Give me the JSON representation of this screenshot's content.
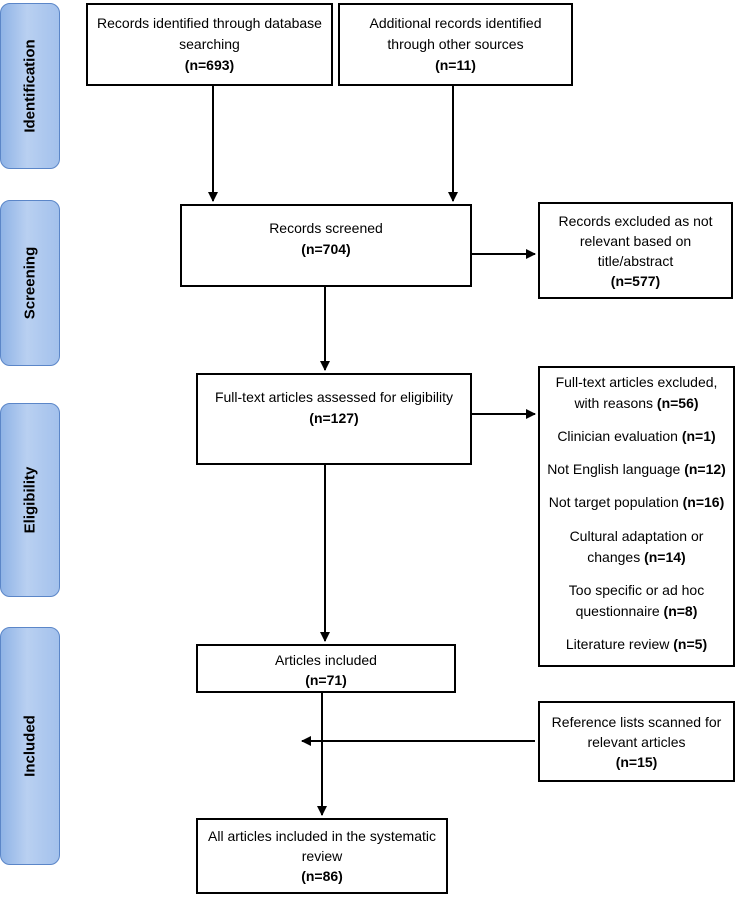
{
  "stages": [
    {
      "label": "Identification"
    },
    {
      "label": "Screening"
    },
    {
      "label": "Eligibility"
    },
    {
      "label": "Included"
    }
  ],
  "boxes": {
    "identified_db": {
      "text": "Records identified through database searching",
      "count": "(n=693)"
    },
    "identified_other": {
      "text": "Additional records identified through other sources",
      "count": "(n=11)"
    },
    "screened": {
      "text": "Records screened",
      "count": "(n=704)"
    },
    "excluded_screen": {
      "text": "Records excluded as not relevant based on title/abstract",
      "count": "(n=577)"
    },
    "fulltext_assessed": {
      "text": "Full-text articles assessed for eligibility",
      "count": "(n=127)"
    },
    "fulltext_excluded": {
      "heading": "Full-text articles excluded, with reasons",
      "heading_count": "(n=56)",
      "reasons": [
        {
          "text": "Clinician evaluation",
          "count": "(n=1)"
        },
        {
          "text": "Not English language",
          "count": "(n=12)"
        },
        {
          "text": "Not target population",
          "count": "(n=16)"
        },
        {
          "text": "Cultural adaptation or changes",
          "count": "(n=14)"
        },
        {
          "text": "Too specific or ad hoc questionnaire",
          "count": "(n=8)"
        },
        {
          "text": "Literature review",
          "count": "(n=5)"
        }
      ]
    },
    "included": {
      "text": "Articles included",
      "count": "(n=71)"
    },
    "reference_lists": {
      "text": "Reference lists scanned for relevant articles",
      "count": "(n=15)"
    },
    "final": {
      "text": "All articles included in the systematic review",
      "count": "(n=86)"
    }
  }
}
